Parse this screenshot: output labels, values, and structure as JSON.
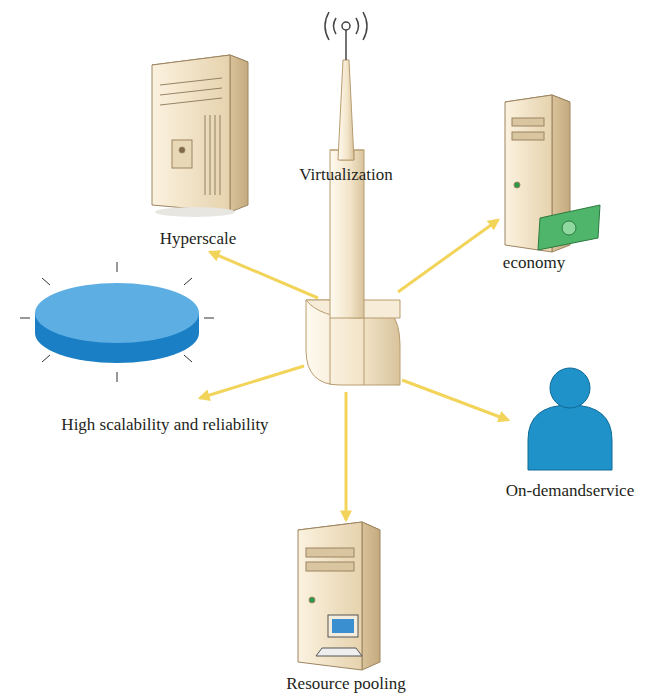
{
  "diagram": {
    "labels": [
      "Virtualization",
      "Hyperscale",
      "economy",
      "High scalability and reliability",
      "On-demandservice",
      "Resource pooling"
    ]
  }
}
